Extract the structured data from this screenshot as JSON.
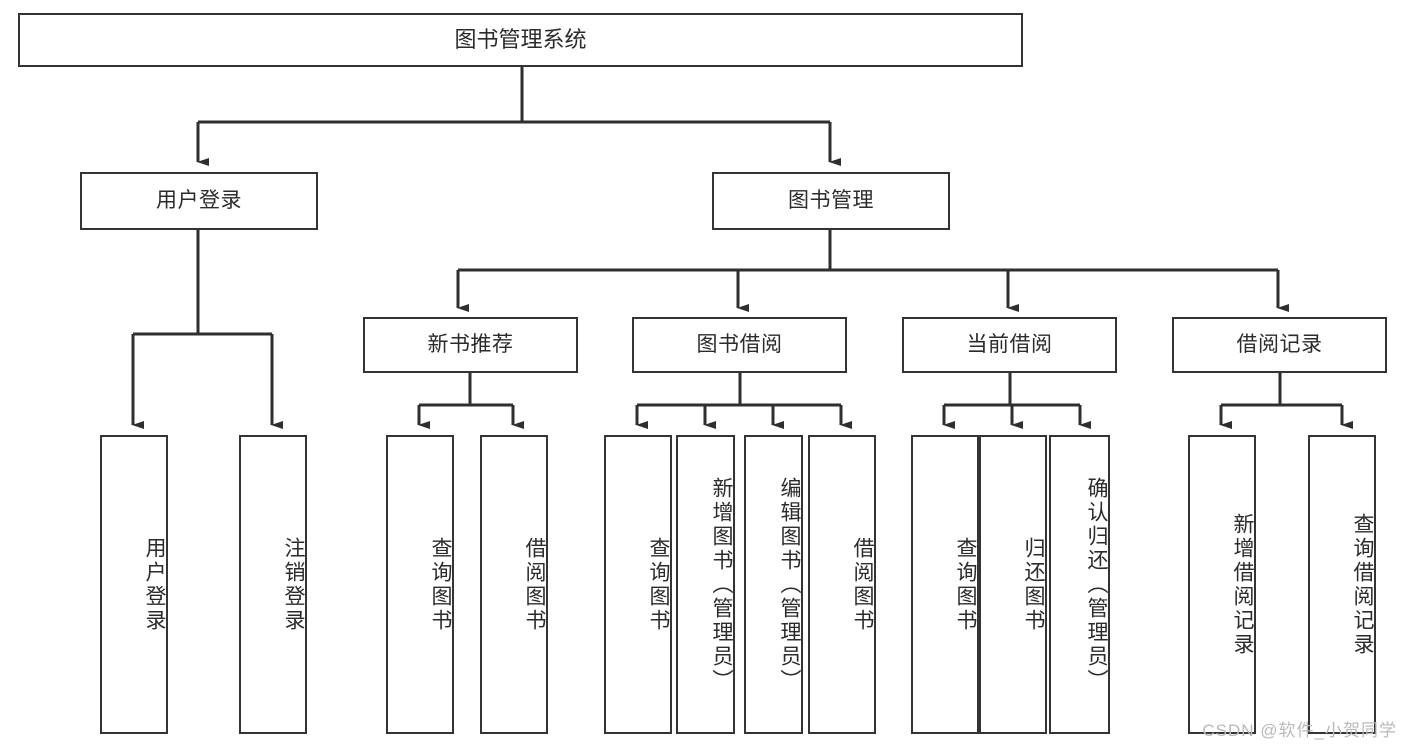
{
  "diagram": {
    "title": "图书管理系统",
    "type": "hierarchy-tree",
    "watermark": "CSDN @软件_小贺同学",
    "colors": {
      "border": "#343434",
      "text": "#2b2b2b",
      "background": "#ffffff",
      "watermark": "#b9b9b9"
    },
    "levels": [
      {
        "level": 1,
        "nodes": [
          {
            "id": "root",
            "label": "图书管理系统",
            "orientation": "horizontal"
          }
        ]
      },
      {
        "level": 2,
        "nodes": [
          {
            "id": "user-login",
            "label": "用户登录",
            "orientation": "horizontal",
            "parent": "root"
          },
          {
            "id": "book-manage",
            "label": "图书管理",
            "orientation": "horizontal",
            "parent": "root"
          }
        ]
      },
      {
        "level": 3,
        "nodes": [
          {
            "id": "new-book-rec",
            "label": "新书推荐",
            "orientation": "horizontal",
            "parent": "book-manage"
          },
          {
            "id": "book-borrow",
            "label": "图书借阅",
            "orientation": "horizontal",
            "parent": "book-manage"
          },
          {
            "id": "current-borrow",
            "label": "当前借阅",
            "orientation": "horizontal",
            "parent": "book-manage"
          },
          {
            "id": "borrow-record",
            "label": "借阅记录",
            "orientation": "horizontal",
            "parent": "book-manage"
          }
        ]
      },
      {
        "level": 4,
        "nodes": [
          {
            "id": "leaf-user-login",
            "label": "用户登录",
            "orientation": "vertical",
            "parent": "user-login"
          },
          {
            "id": "leaf-logout",
            "label": "注销登录",
            "orientation": "vertical",
            "parent": "user-login"
          },
          {
            "id": "leaf-query-book-1",
            "label": "查询图书",
            "orientation": "vertical",
            "parent": "new-book-rec"
          },
          {
            "id": "leaf-borrow-book-1",
            "label": "借阅图书",
            "orientation": "vertical",
            "parent": "new-book-rec"
          },
          {
            "id": "leaf-query-book-2",
            "label": "查询图书",
            "orientation": "vertical",
            "parent": "book-borrow"
          },
          {
            "id": "leaf-add-book",
            "label": "新增图书（管理员）",
            "orientation": "vertical",
            "parent": "book-borrow"
          },
          {
            "id": "leaf-edit-book",
            "label": "编辑图书（管理员）",
            "orientation": "vertical",
            "parent": "book-borrow"
          },
          {
            "id": "leaf-borrow-book-2",
            "label": "借阅图书",
            "orientation": "vertical",
            "parent": "book-borrow"
          },
          {
            "id": "leaf-query-book-3",
            "label": "查询图书",
            "orientation": "vertical",
            "parent": "current-borrow"
          },
          {
            "id": "leaf-return-book",
            "label": "归还图书",
            "orientation": "vertical",
            "parent": "current-borrow"
          },
          {
            "id": "leaf-confirm-return",
            "label": "确认归还（管理员）",
            "orientation": "vertical",
            "parent": "current-borrow"
          },
          {
            "id": "leaf-add-record",
            "label": "新增借阅记录",
            "orientation": "vertical",
            "parent": "borrow-record"
          },
          {
            "id": "leaf-query-record",
            "label": "查询借阅记录",
            "orientation": "vertical",
            "parent": "borrow-record"
          }
        ]
      }
    ]
  }
}
